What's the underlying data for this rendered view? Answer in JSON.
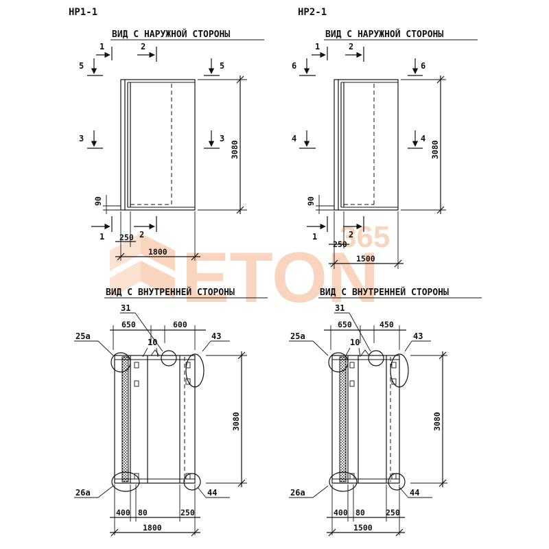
{
  "panels": [
    {
      "code": "НР1-1",
      "outer_title": "ВИД С НАРУЖНОЙ СТОРОНЫ",
      "inner_title": "ВИД С ВНУТРЕННЕЙ СТОРОНЫ",
      "sec_a": "1",
      "sec_b": "2",
      "sec_c": "5",
      "sec_d": "3",
      "height_dim": "3080",
      "dim_90": "90",
      "dim_250": "250",
      "width_dim": "1800",
      "in_left": "650",
      "in_right": "600",
      "in_bot1": "400",
      "in_bot2": "80",
      "in_bot3": "250",
      "ref_31": "31",
      "ref_10": "10",
      "ref_25a": "25а",
      "ref_43": "43",
      "ref_26a": "26а",
      "ref_44": "44"
    },
    {
      "code": "НР2-1",
      "outer_title": "ВИД С НАРУЖНОЙ СТОРОНЫ",
      "inner_title": "ВИД С ВНУТРЕННЕЙ СТОРОНЫ",
      "sec_a": "1",
      "sec_b": "2",
      "sec_c": "6",
      "sec_d": "4",
      "height_dim": "3080",
      "dim_90": "90",
      "dim_250": "250",
      "width_dim": "1500",
      "in_left": "650",
      "in_right": "450",
      "in_bot1": "400",
      "in_bot2": "80",
      "in_bot3": "250",
      "ref_31": "31",
      "ref_10": "10",
      "ref_25a": "25а",
      "ref_43": "43",
      "ref_26a": "26а",
      "ref_44": "44"
    }
  ],
  "watermark": {
    "word": "ETON",
    "number": "365",
    "color": "#f08a4b"
  }
}
